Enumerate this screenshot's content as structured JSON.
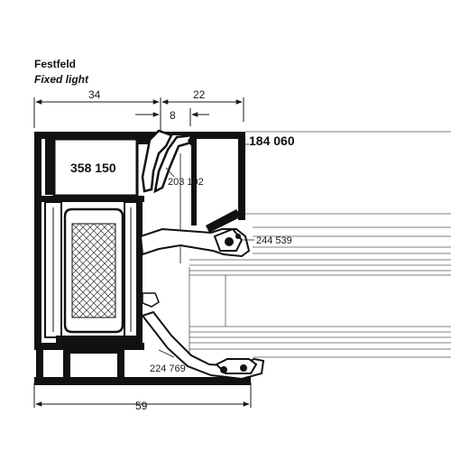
{
  "title": {
    "de": "Festfeld",
    "en": "Fixed light"
  },
  "dimensions": {
    "left": "34",
    "insert": "8",
    "right": "22",
    "overall": "59"
  },
  "parts": {
    "frame": "358 150",
    "sash": "184 060",
    "gasket_inner": "203 102",
    "bead_top": "244 539",
    "gasket_bottom": "224 769"
  }
}
